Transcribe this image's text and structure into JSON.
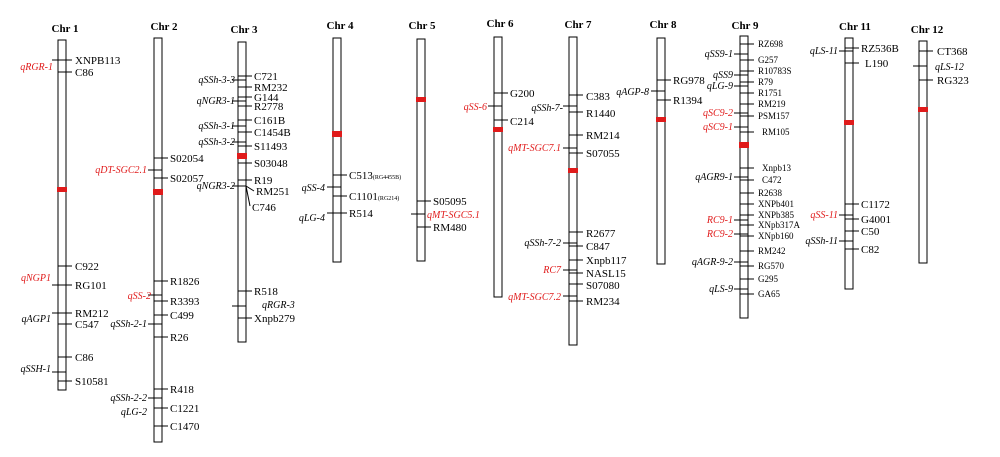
{
  "colors": {
    "qtl_highlight": "#e01b1b",
    "line": "#000000",
    "background": "#ffffff"
  },
  "chromosomes": [
    {
      "id": "c1",
      "title": "Chr 1",
      "markers": [
        "XNPB113",
        "C86",
        "C922",
        "RG101",
        "RM212",
        "C547",
        "C86",
        "S10581"
      ],
      "qtls": [
        {
          "name": "qRGR-1",
          "highlight": true
        },
        {
          "name": "qNGP1",
          "highlight": true
        },
        {
          "name": "qAGP1",
          "highlight": false
        },
        {
          "name": "qSSH-1",
          "highlight": false
        }
      ]
    },
    {
      "id": "c2",
      "title": "Chr 2",
      "markers": [
        "S02054",
        "S02057",
        "R1826",
        "R3393",
        "C499",
        "R26",
        "R418",
        "C1221",
        "C1470"
      ],
      "qtls": [
        {
          "name": "qDT-SGC2.1",
          "highlight": true
        },
        {
          "name": "qSS-2",
          "highlight": true
        },
        {
          "name": "qSSh-2-1",
          "highlight": false
        },
        {
          "name": "qSSh-2-2",
          "highlight": false
        },
        {
          "name": "qLG-2",
          "highlight": false
        }
      ]
    },
    {
      "id": "c3",
      "title": "Chr 3",
      "markers": [
        "C721",
        "RM232",
        "G144",
        "R2778",
        "C161B",
        "C1454B",
        "S11493",
        "S03048",
        "R19",
        "RM251",
        "C746",
        "R518",
        "Xnpb279"
      ],
      "qtls": [
        {
          "name": "qSSh-3-3",
          "highlight": false
        },
        {
          "name": "qNGR3-1",
          "highlight": false
        },
        {
          "name": "qSSh-3-1",
          "highlight": false
        },
        {
          "name": "qSSh-3-2",
          "highlight": false
        },
        {
          "name": "qNGR3-2",
          "highlight": false
        },
        {
          "name": "qRGR-3",
          "highlight": false
        }
      ]
    },
    {
      "id": "c4",
      "title": "Chr 4",
      "markers": [
        {
          "main": "C513",
          "sub": "(RG4455B)"
        },
        {
          "main": "C1101",
          "sub": "(RG214)"
        },
        {
          "main": "R514",
          "sub": ""
        }
      ],
      "qtls": [
        {
          "name": "qSS-4",
          "highlight": false
        },
        {
          "name": "qLG-4",
          "highlight": false
        }
      ]
    },
    {
      "id": "c5",
      "title": "Chr 5",
      "markers": [
        "S05095",
        "RM480"
      ],
      "qtls": [
        {
          "name": "qMT-SGC5.1",
          "highlight": true
        }
      ]
    },
    {
      "id": "c6",
      "title": "Chr 6",
      "markers": [
        "G200",
        "C214"
      ],
      "qtls": [
        {
          "name": "qSS-6",
          "highlight": true
        }
      ]
    },
    {
      "id": "c7",
      "title": "Chr 7",
      "markers": [
        "C383",
        "R1440",
        "RM214",
        "S07055",
        "R2677",
        "C847",
        "Xnpb117",
        "NASL15",
        "S07080",
        "RM234"
      ],
      "qtls": [
        {
          "name": "qSSh-7-",
          "highlight": false
        },
        {
          "name": "qMT-SGC7.1",
          "highlight": true
        },
        {
          "name": "qSSh-7-2",
          "highlight": false
        },
        {
          "name": "RC7",
          "highlight": true
        },
        {
          "name": "qMT-SGC7.2",
          "highlight": true
        }
      ]
    },
    {
      "id": "c8",
      "title": "Chr 8",
      "markers": [
        "RG978",
        "R1394"
      ],
      "qtls": [
        {
          "name": "qAGP-8",
          "highlight": false
        }
      ]
    },
    {
      "id": "c9",
      "title": "Chr 9",
      "markers": [
        "RZ698",
        "G257",
        "R10783S",
        "R79",
        "R1751",
        "RM219",
        "PSM157",
        "RM105",
        "Xnpb13",
        "C472",
        "R2638",
        "XNPb401",
        "XNPb385",
        "XNpb317A",
        "XNpb160",
        "RM242",
        "RG570",
        "G295",
        "GA65"
      ],
      "qtls": [
        {
          "name": "qSS9-1",
          "highlight": false
        },
        {
          "name": "qSS9",
          "highlight": false
        },
        {
          "name": "qLG-9",
          "highlight": false
        },
        {
          "name": "qSC9-2",
          "highlight": true
        },
        {
          "name": "qSC9-1",
          "highlight": true
        },
        {
          "name": "qAGR9-1",
          "highlight": false
        },
        {
          "name": "RC9-1",
          "highlight": true
        },
        {
          "name": "RC9-2",
          "highlight": true
        },
        {
          "name": "qAGR-9-2",
          "highlight": false
        },
        {
          "name": "qLS-9",
          "highlight": false
        }
      ]
    },
    {
      "id": "c11",
      "title": "Chr 11",
      "markers": [
        "RZ536B",
        "L190",
        "C1172",
        "G4001",
        "C50",
        "C82"
      ],
      "qtls": [
        {
          "name": "qLS-11",
          "highlight": false
        },
        {
          "name": "qSS-11",
          "highlight": true
        },
        {
          "name": "qSSh-11",
          "highlight": false
        }
      ]
    },
    {
      "id": "c12",
      "title": "Chr 12",
      "markers": [
        "CT368",
        "RG323"
      ],
      "qtls": [
        {
          "name": "qLS-12",
          "highlight": false
        }
      ]
    }
  ]
}
